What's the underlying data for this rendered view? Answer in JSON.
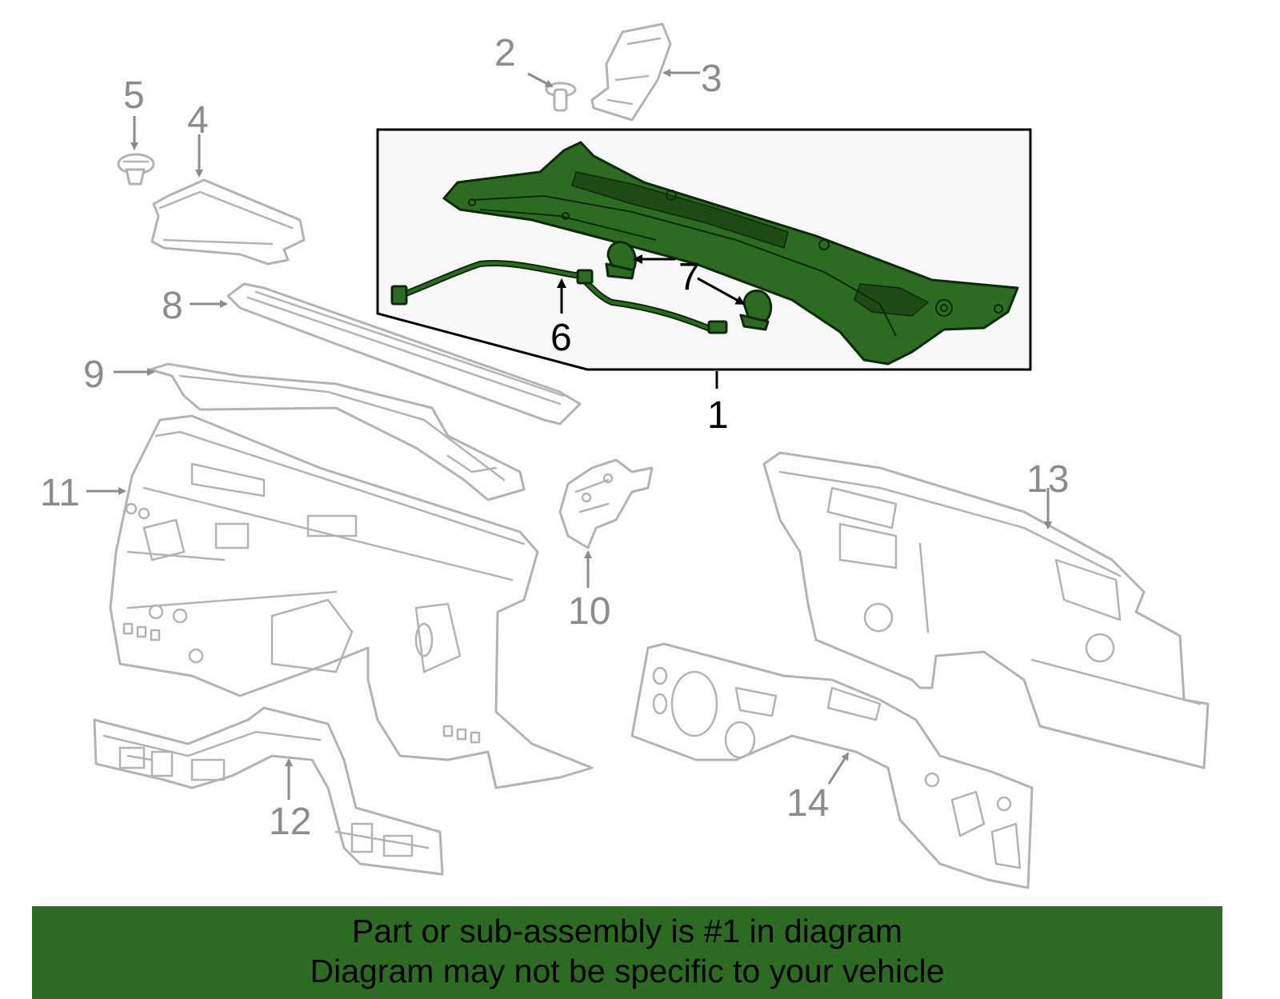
{
  "diagram": {
    "callouts": [
      "1",
      "2",
      "3",
      "4",
      "5",
      "6",
      "7",
      "8",
      "9",
      "10",
      "11",
      "12",
      "13",
      "14"
    ],
    "highlight_color": "#2d6b22",
    "highlighted_part": "1"
  },
  "notice": {
    "line1": "Part or sub-assembly is #1 in diagram",
    "line2": "Diagram may not be specific to your vehicle"
  }
}
